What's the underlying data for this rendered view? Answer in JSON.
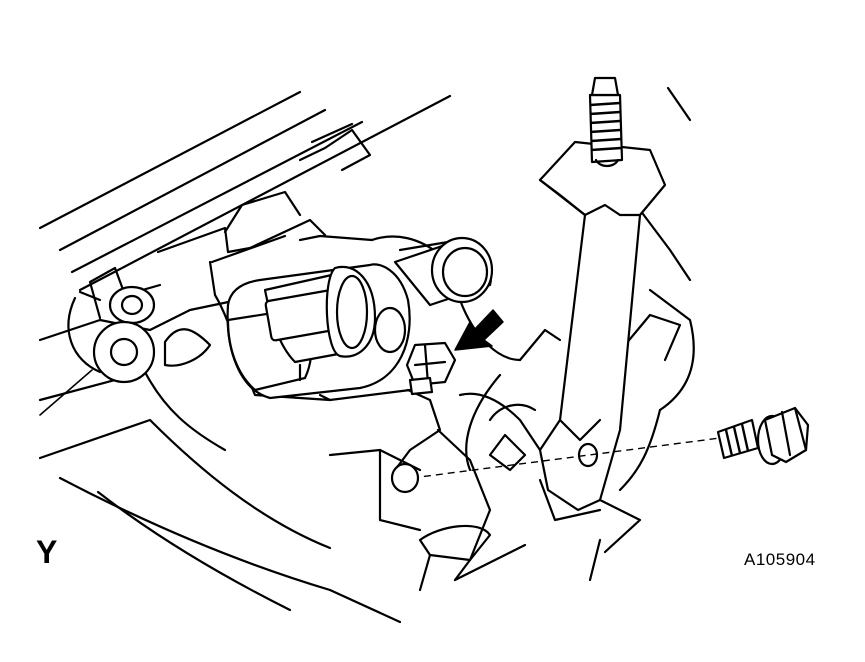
{
  "figure": {
    "view_label": "Y",
    "figure_code": "A105904",
    "colors": {
      "line": "#000000",
      "background": "#ffffff"
    },
    "callout": {
      "type": "arrow",
      "points_to": "sensor-mounting-bolt"
    }
  }
}
